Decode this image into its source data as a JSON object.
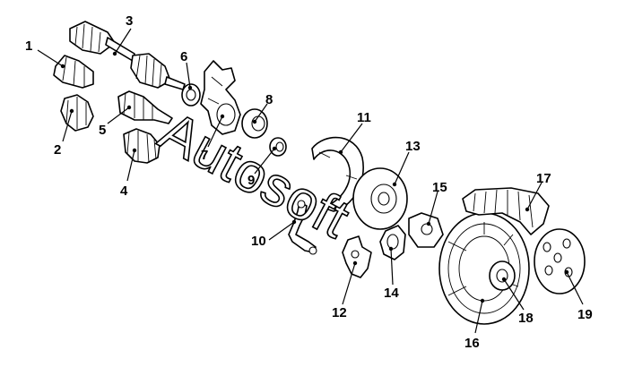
{
  "labels": [
    "1",
    "2",
    "3",
    "4",
    "5",
    "6",
    "7",
    "8",
    "9",
    "10",
    "11",
    "12",
    "13",
    "14",
    "15",
    "16",
    "17",
    "18",
    "19"
  ],
  "watermark": {
    "text": "Autosoft",
    "kind": "watermark"
  }
}
